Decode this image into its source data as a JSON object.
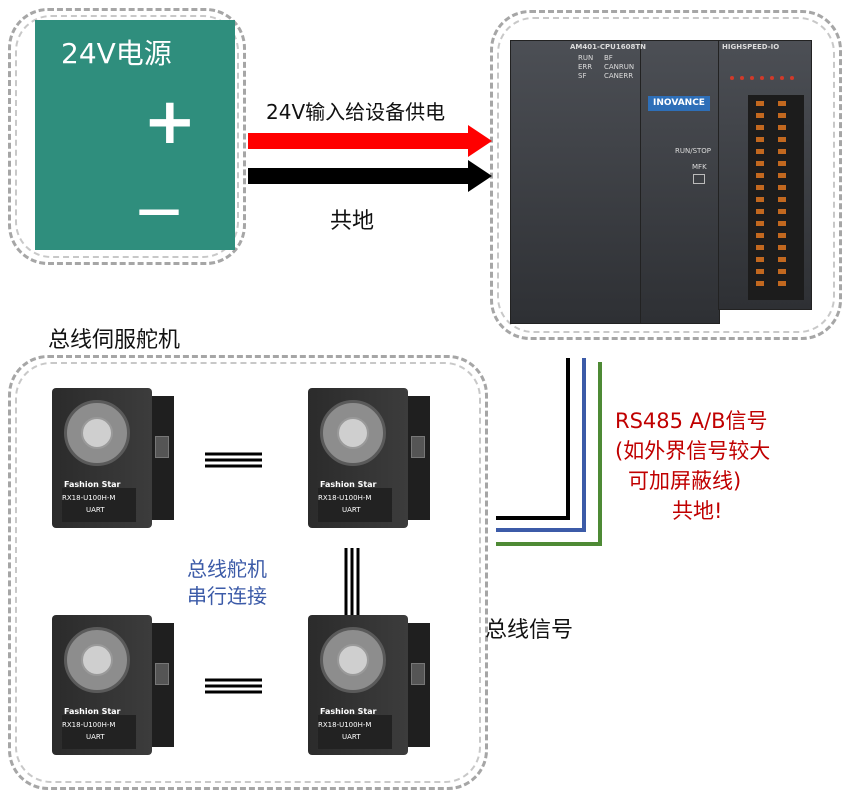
{
  "power_supply": {
    "title": "24V电源",
    "plus_symbol": "+",
    "minus_symbol": "—"
  },
  "wires": {
    "power_label": "24V输入给设备供电",
    "ground_label": "共地",
    "colors": {
      "power": "#ff0000",
      "ground": "#000000",
      "signal_a": "#3c5ba8",
      "signal_b": "#4e8a35"
    }
  },
  "plc": {
    "model": "AM401-CPU1608TN",
    "status_left": [
      "RUN",
      "ERR",
      "SF"
    ],
    "status_right": [
      "BF",
      "CANRUN",
      "CANERR"
    ],
    "io_label": "HIGHSPEED-IO",
    "brand": "INOVANCE",
    "switch_label": "RUN/STOP",
    "mfk_label": "MFK"
  },
  "servo_section": {
    "title": "总线伺服舵机",
    "chain_label_line1": "总线舵机",
    "chain_label_line2": "串行连接",
    "bus_label": "总线信号"
  },
  "servo_unit": {
    "brand": "Fashion Star",
    "model": "RX18-U100H-M",
    "interface": "UART"
  },
  "rs485_note": {
    "line1": "RS485 A/B信号",
    "line2": "(如外界信号较大",
    "line3": "可加屏蔽线)",
    "line4": "共地!"
  }
}
